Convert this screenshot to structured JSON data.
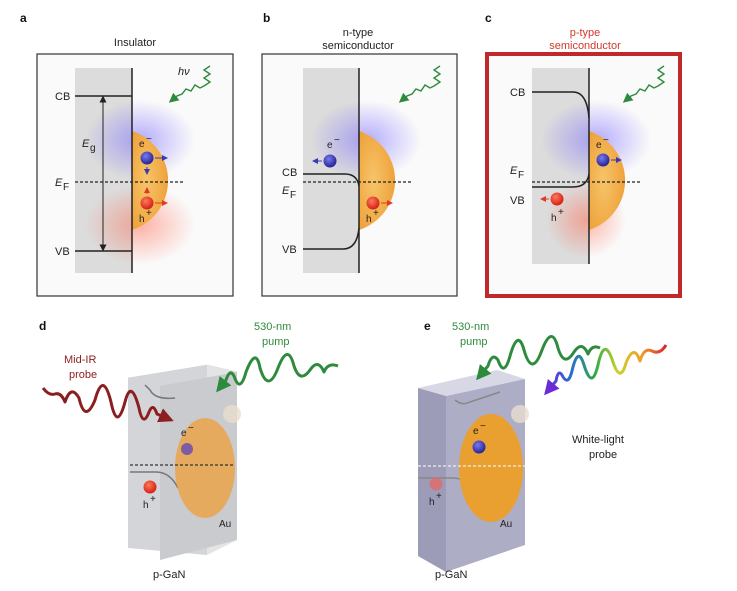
{
  "panels": {
    "a": {
      "letter": "a",
      "title": "Insulator",
      "light": "hν",
      "cb": "CB",
      "vb": "VB",
      "eg": "E",
      "eg_sub": "g",
      "ef": "E",
      "ef_sub": "F",
      "electron": "e",
      "hole": "h"
    },
    "b": {
      "letter": "b",
      "title_line1": "n-type",
      "title_line2": "semiconductor",
      "cb": "CB",
      "vb": "VB",
      "ef": "E",
      "ef_sub": "F",
      "electron": "e",
      "hole": "h"
    },
    "c": {
      "letter": "c",
      "title_line1": "p-type",
      "title_line2": "semiconductor",
      "cb": "CB",
      "vb": "VB",
      "ef": "E",
      "ef_sub": "F",
      "electron": "e",
      "hole": "h"
    },
    "d": {
      "letter": "d",
      "probe_line1": "Mid-IR",
      "probe_line2": "probe",
      "pump_line1": "530-nm",
      "pump_line2": "pump",
      "electron": "e",
      "hole": "h",
      "metal": "Au",
      "substrate": "p-GaN"
    },
    "e": {
      "letter": "e",
      "pump_line1": "530-nm",
      "pump_line2": "pump",
      "probe_line1": "White-light",
      "probe_line2": "probe",
      "electron": "e",
      "hole": "h",
      "metal": "Au",
      "substrate": "p-GaN"
    }
  },
  "colors": {
    "highlight_border": "#c0282c",
    "pump_green": "#2e8b3e",
    "probe_darkred": "#8b1f1f",
    "gold": "#f0a53c",
    "electron": "#3a3ab5",
    "hole": "#e03a25"
  }
}
